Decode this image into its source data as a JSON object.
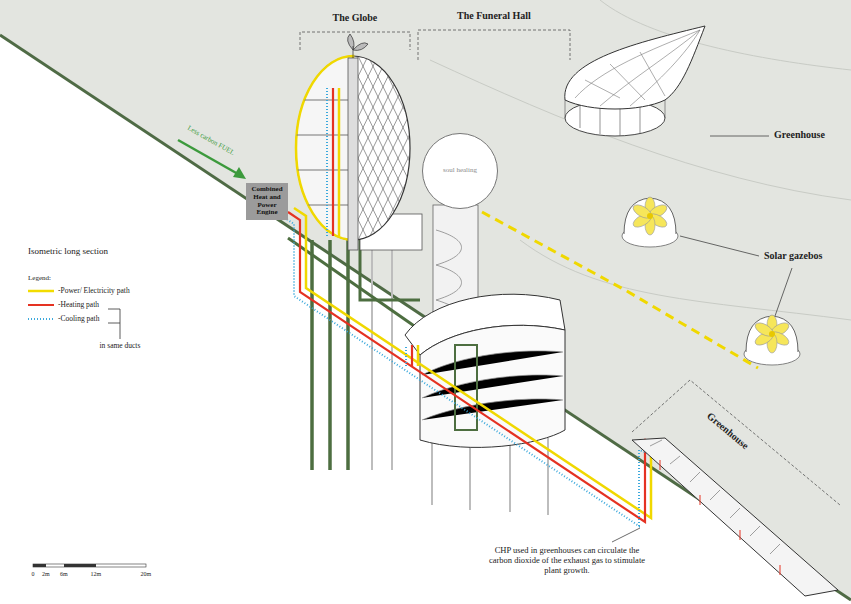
{
  "diagram": {
    "nodes": [
      {
        "text": [
          "Combined Heat and Power Engine"
        ]
      },
      {
        "text": [
          "soul healing"
        ]
      }
    ],
    "labels": [
      "The Globe",
      "The Funeral Hall",
      "Greenhouse",
      "Solar gazebos",
      "Greenhouse",
      "Less carbon FUEL",
      "Isometric long section",
      "Legend:",
      "in same ducts",
      "0",
      "2m",
      "6m",
      "12m",
      "20m",
      "CHP used in greenhouses can circulate the carbon dioxide of the exhaust gas to stimulate plant growth."
    ],
    "legend": [
      {
        "text": "-Power/ Electricity path"
      },
      {
        "text": "-Heating path"
      },
      {
        "text": "-Cooling path"
      }
    ]
  }
}
